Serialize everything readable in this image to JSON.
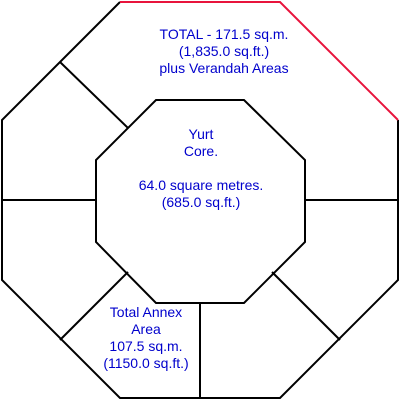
{
  "total_area": {
    "line1": "TOTAL - 171.5 sq.m.",
    "line2": "(1,835.0 sq.ft.)",
    "line3": "plus Verandah Areas"
  },
  "core_area": {
    "line1": "Yurt",
    "line2": "Core.",
    "line3": "64.0 square metres.",
    "line4": "(685.0 sq.ft.)"
  },
  "annex_area": {
    "line1": "Total Annex",
    "line2": "Area",
    "line3": "107.5 sq.m.",
    "line4": "(1150.0 sq.ft.)"
  },
  "colors": {
    "outline": "#000000",
    "highlight": "#e8143c",
    "text": "#0000cc",
    "background": "#ffffff"
  }
}
